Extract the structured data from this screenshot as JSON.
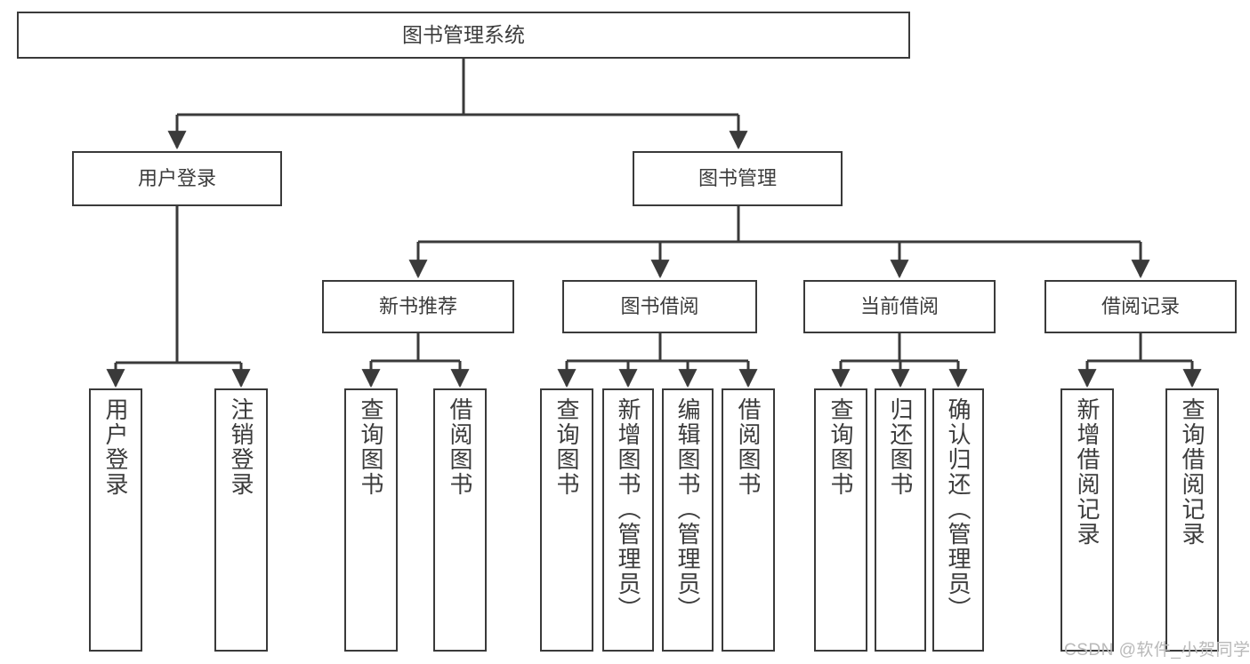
{
  "diagram": {
    "title": "图书管理系统",
    "type": "tree",
    "watermark": "CSDN @软件_小贺同学",
    "colors": {
      "stroke": "#3a3a3a",
      "fill": "#ffffff",
      "text": "#3c3c3c",
      "watermark": "#b9b9b9"
    },
    "nodes": {
      "root": {
        "label": "图书管理系统"
      },
      "level1": [
        {
          "id": "user-login",
          "label": "用户登录"
        },
        {
          "id": "book-manage",
          "label": "图书管理"
        }
      ],
      "level2": [
        {
          "id": "new-book-recommend",
          "label": "新书推荐"
        },
        {
          "id": "book-borrow",
          "label": "图书借阅"
        },
        {
          "id": "current-borrow",
          "label": "当前借阅"
        },
        {
          "id": "borrow-record",
          "label": "借阅记录"
        }
      ],
      "leaves": {
        "user-login": [
          {
            "id": "leaf-user-login",
            "label": "用户登录"
          },
          {
            "id": "leaf-logout",
            "label": "注销登录"
          }
        ],
        "new-book-recommend": [
          {
            "id": "leaf-query-book-1",
            "label": "查询图书"
          },
          {
            "id": "leaf-borrow-book-1",
            "label": "借阅图书"
          }
        ],
        "book-borrow": [
          {
            "id": "leaf-query-book-2",
            "label": "查询图书"
          },
          {
            "id": "leaf-add-book",
            "label": "新增图书（管理员）"
          },
          {
            "id": "leaf-edit-book",
            "label": "编辑图书（管理员）"
          },
          {
            "id": "leaf-borrow-book-2",
            "label": "借阅图书"
          }
        ],
        "current-borrow": [
          {
            "id": "leaf-query-book-3",
            "label": "查询图书"
          },
          {
            "id": "leaf-return-book",
            "label": "归还图书"
          },
          {
            "id": "leaf-confirm-return",
            "label": "确认归还（管理员）"
          }
        ],
        "borrow-record": [
          {
            "id": "leaf-add-record",
            "label": "新增借阅记录"
          },
          {
            "id": "leaf-query-record",
            "label": "查询借阅记录"
          }
        ]
      }
    }
  }
}
